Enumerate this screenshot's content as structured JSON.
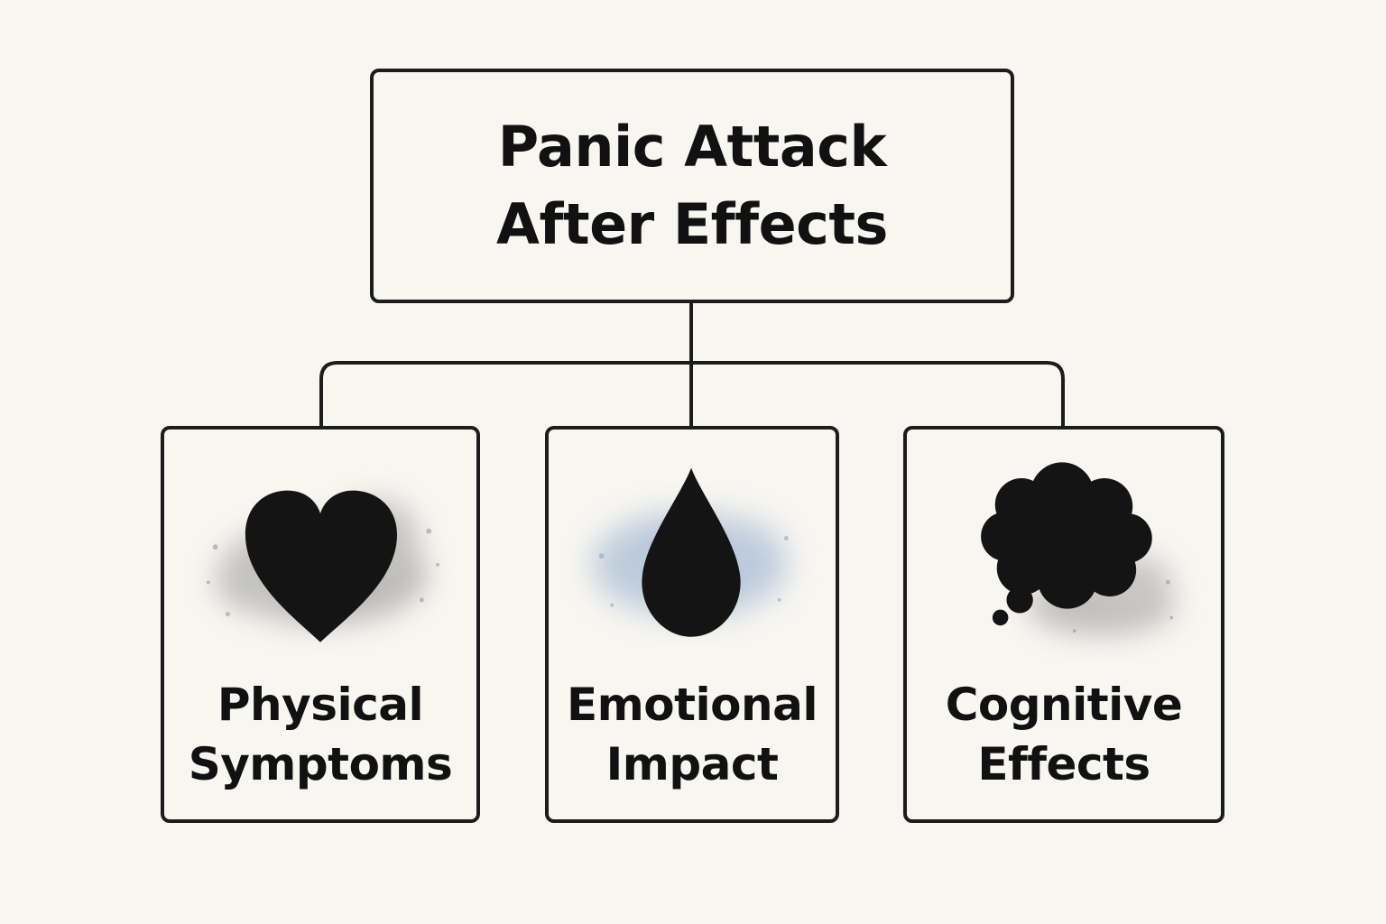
{
  "root": {
    "title": "Panic Attack After Effects"
  },
  "children": [
    {
      "label": "Physical Symptoms",
      "icon": "heart-icon",
      "wash_color": "#8a8a8a"
    },
    {
      "label": "Emotional Impact",
      "icon": "water-drop-icon",
      "wash_color": "#7f9ec4"
    },
    {
      "label": "Cognitive Effects",
      "icon": "thought-cloud-icon",
      "wash_color": "#8a8a8a"
    }
  ],
  "colors": {
    "background": "#f8f6f1",
    "ink": "#111111"
  }
}
